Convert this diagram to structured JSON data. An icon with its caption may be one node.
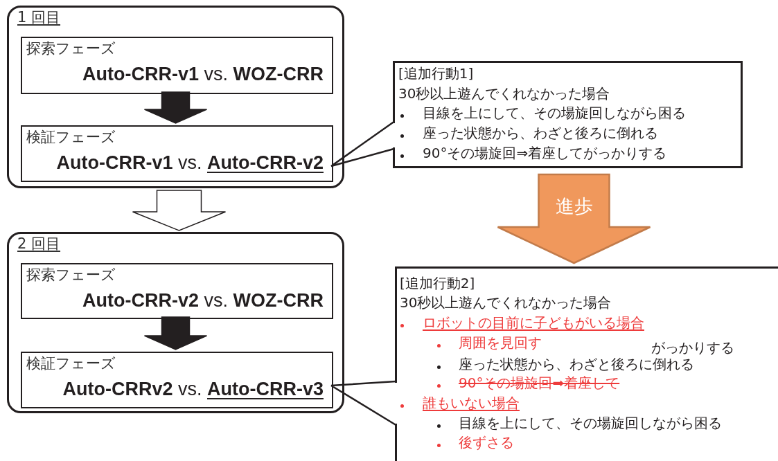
{
  "diagram": {
    "nodes": [
      {
        "text": [
          "1 回目"
        ]
      },
      {
        "text": [
          "探索フェーズ",
          "**Auto-CRR-v1** vs. **WOZ-CRR**"
        ],
        "in": 0
      },
      {
        "text": [
          "検証フェーズ",
          "**Auto-CRR-v1** vs. **Auto-CRR-v2**"
        ],
        "in": 0
      },
      {
        "text": [
          "[追加行動1]",
          "30秒以上遊んでくれなかった場合",
          "目線を上にして、その場旋回しながら困る",
          "座った状態から、わざと後ろに倒れる",
          "90°その場旋回⇒着座してがっかりする"
        ]
      },
      {
        "text": [
          "2 回目"
        ]
      },
      {
        "text": [
          "探索フェーズ",
          "**Auto-CRR-v2** vs. **WOZ-CRR**"
        ],
        "in": 4
      },
      {
        "text": [
          "検証フェーズ",
          "**Auto-CRRv2** vs. **Auto-CRR-v3**"
        ],
        "in": 4
      },
      {
        "text": [
          "[追加行動2]",
          "30秒以上遊んでくれなかった場合",
          "ロボットの目前に子どもがいる場合",
          "周囲を見回す",
          "座った状態から、わざと後ろに倒れる",
          "90°その場旋回⇒着座して",
          "誰もいない場合",
          "目線を上にして、その場旋回しながら困る",
          "後ずさる",
          "がっかりする"
        ]
      }
    ],
    "edges": [
      {
        "from": 1,
        "to": 2,
        "arrow": "to"
      },
      {
        "from": 0,
        "to": 4,
        "arrow": "to",
        "color": "#ffffff"
      },
      {
        "from": 5,
        "to": 6,
        "arrow": "to"
      },
      {
        "from": 3,
        "to": 2,
        "arrow": "none"
      },
      {
        "from": 7,
        "to": 6,
        "arrow": "none"
      },
      {
        "from": 3,
        "to": 7,
        "arrow": "to",
        "label": "進歩",
        "style": "thick",
        "color": "#f0985c"
      }
    ]
  }
}
